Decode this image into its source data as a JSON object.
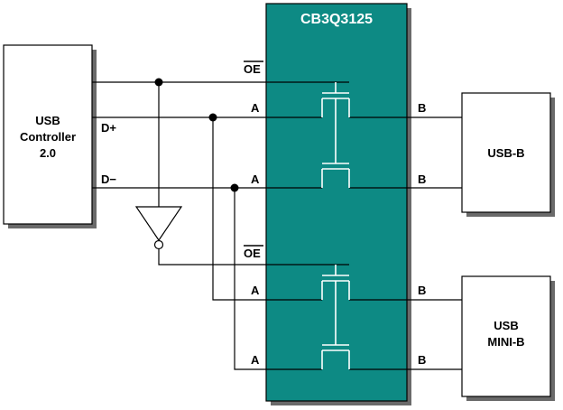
{
  "chip": {
    "name": "CB3Q3125",
    "fill_color": "#0d8a84",
    "text_color": "#ffffff"
  },
  "usb_controller": {
    "line1": "USB",
    "line2": "Controller",
    "line3": "2.0",
    "dplus_label": "D+",
    "dminus_label": "D−"
  },
  "top_switch": {
    "oe_label": "OE",
    "a1_label": "A",
    "a2_label": "A",
    "b1_label": "B",
    "b2_label": "B"
  },
  "bottom_switch": {
    "oe_label": "OE",
    "a1_label": "A",
    "a2_label": "A",
    "b1_label": "B",
    "b2_label": "B"
  },
  "usb_b": {
    "label": "USB-B"
  },
  "usb_mini_b": {
    "line1": "USB",
    "line2": "MINI-B"
  },
  "colors": {
    "block_fill": "#ffffff",
    "block_shadow": "#6a6a6a",
    "wire": "#000000"
  }
}
